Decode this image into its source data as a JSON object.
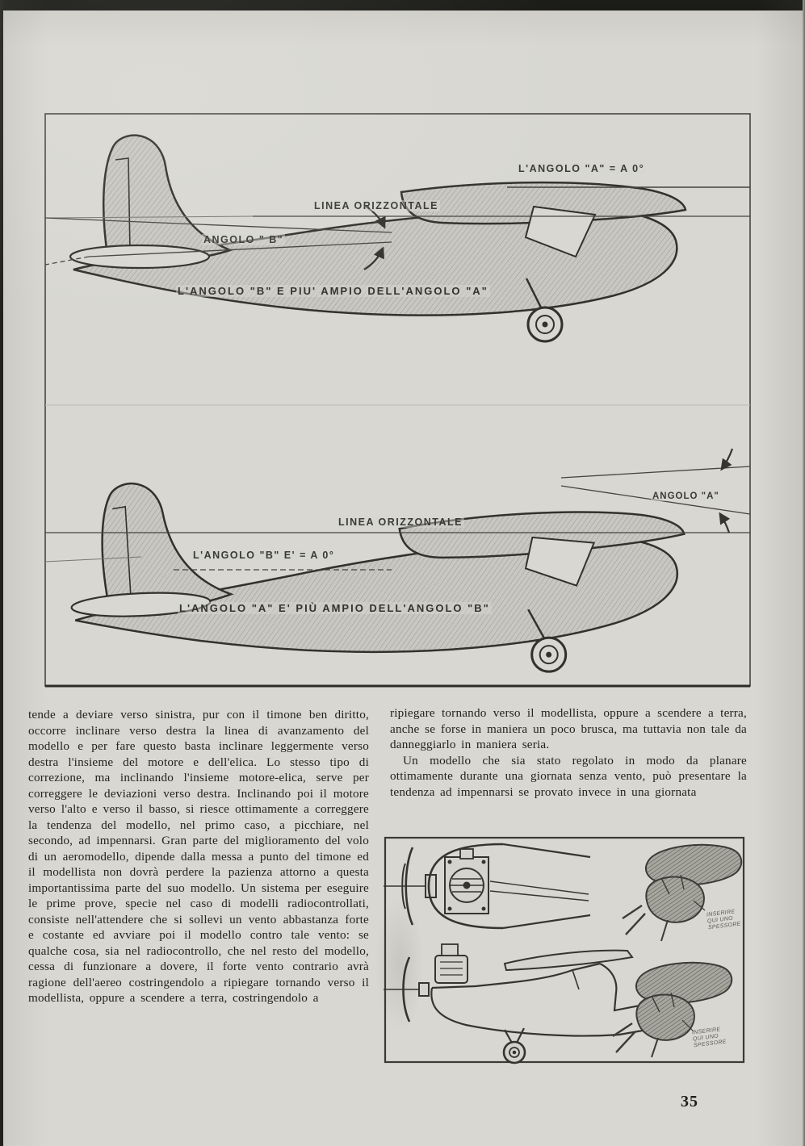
{
  "page": {
    "number": "35",
    "paper_color": "#d8d7d1",
    "ink_color": "#23231e"
  },
  "figure_main": {
    "top_diagram": {
      "angle_a_line_label": "L'ANGOLO \"A\" = A 0°",
      "horizontal_line_label": "LINEA ORIZZONTALE",
      "angle_b_label": "ANGOLO \" B\"",
      "caption": "L'ANGOLO \"B\" E PIU' AMPIO DELL'ANGOLO \"A\""
    },
    "bottom_diagram": {
      "horizontal_line_label": "LINEA ORIZZONTALE",
      "fuselage_label": "L'ANGOLO \"B\" E' = A 0°",
      "angle_a_label": "ANGOLO \"A\"",
      "caption": "L'ANGOLO \"A\" E' PIÙ AMPIO DELL'ANGOLO \"B\""
    }
  },
  "article": {
    "left_column": [
      "tende a deviare verso sinistra, pur con il timone ben diritto, occorre inclinare verso destra la linea di avanzamento del modello e per fare questo basta inclinare leggermente verso destra l'insieme del motore e dell'elica. Lo stesso tipo di correzione, ma inclinando l'insieme motore-elica, serve per correggere le deviazioni verso destra. Inclinando poi il motore verso l'alto e verso il basso, si riesce ottimamente a correggere la tendenza del modello, nel primo caso, a picchiare, nel secondo, ad impennarsi. Gran parte del miglioramento del volo di un aeromodello, dipende dalla messa a punto del timone ed il modellista non dovrà perdere la pazienza attorno a questa importantissima parte del suo modello. Un sistema per eseguire le prime prove, specie nel caso di modelli radiocontrollati, consiste nell'attendere che si sollevi un vento abbastanza forte e costante ed avviare poi il modello contro tale vento: se qualche cosa, sia nel radiocontrollo, che nel resto del modello, cessa di funzionare a dovere, il forte vento contrario avrà ragione dell'aereo costringendolo a ripiegare tornando verso il modellista, oppure a scendere a terra, costringendolo a"
    ],
    "right_column": [
      "ripiegare tornando verso il modellista, oppure a scendere a terra, anche se forse in maniera un poco brusca, ma tuttavia non tale da danneggiarlo in maniera seria.",
      "Un modello che sia stato regolato in modo da planare ottimamente durante una giornata senza vento, può presentare la tendenza ad impennarsi se provato invece in una giornata"
    ]
  },
  "inset": {
    "note_top": [
      "INSERIRE",
      "QUI UNO",
      "SPESSORE"
    ],
    "note_bottom": [
      "INSERIRE",
      "QUI UNO",
      "SPESSORE"
    ]
  }
}
